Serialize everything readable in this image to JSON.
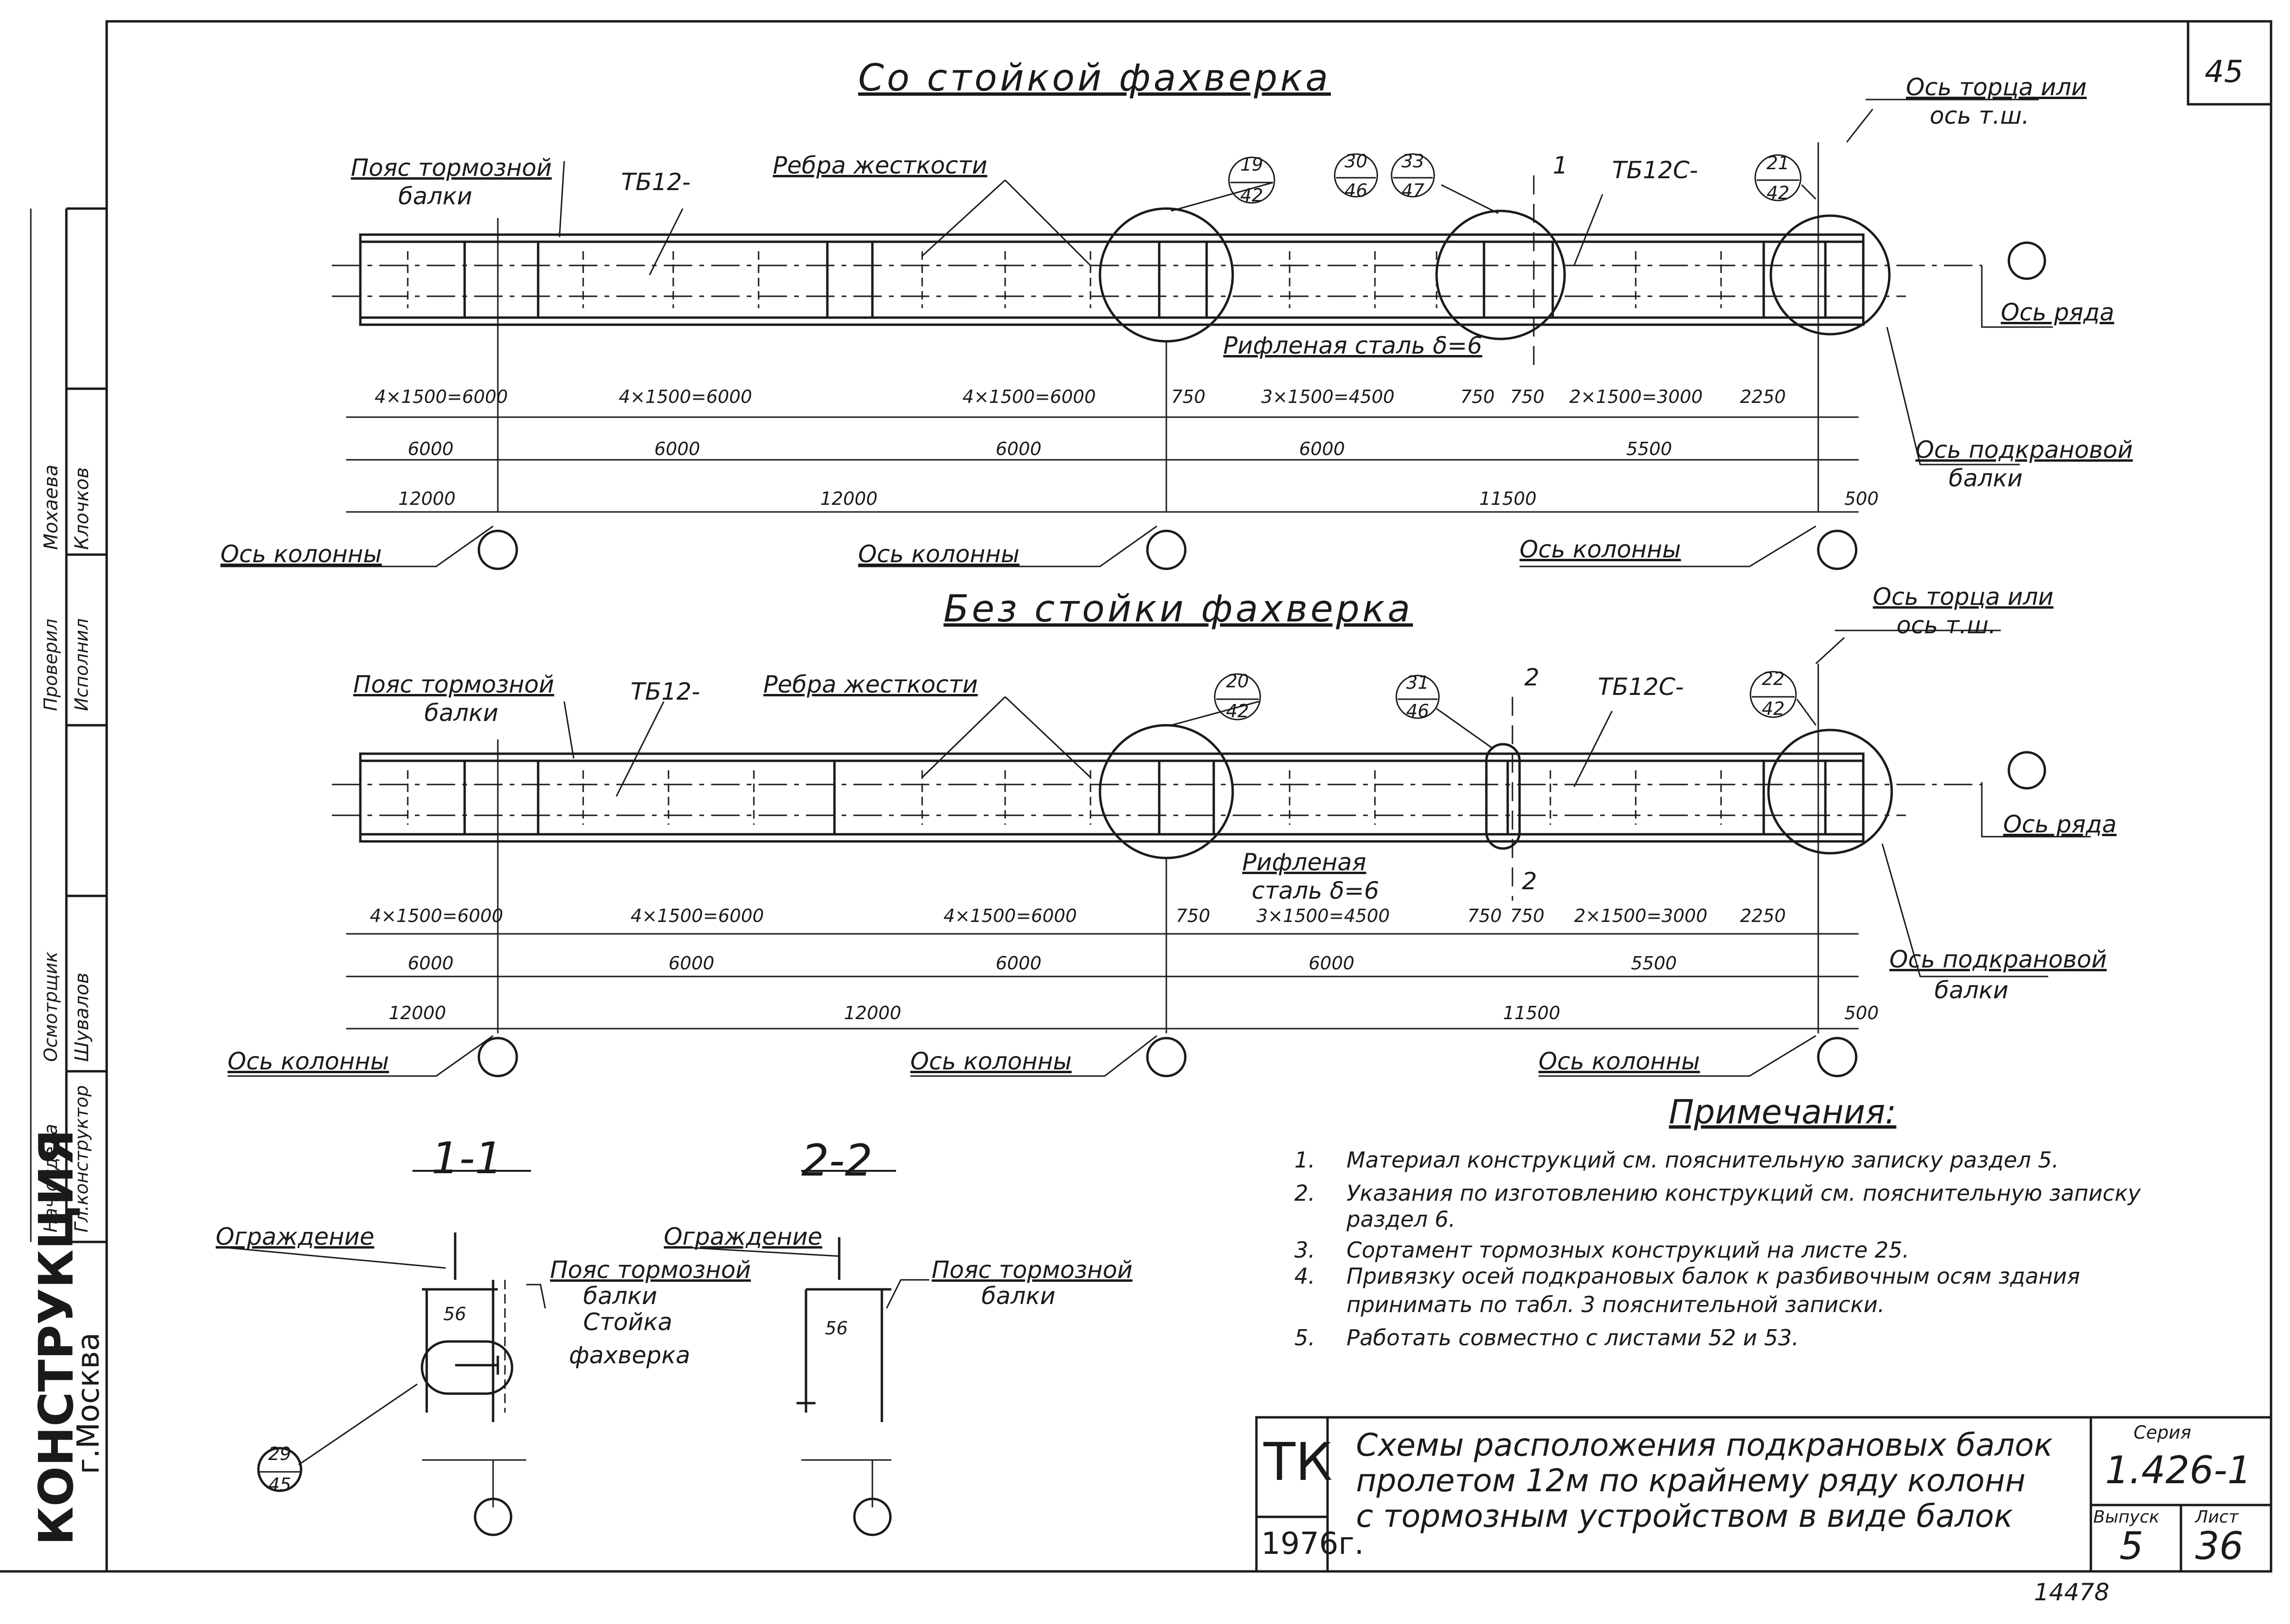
{
  "sheet_number": "45",
  "top_view": {
    "title": "Со стойкой фахверка",
    "label_belt": "Пояс тормозной",
    "label_belt_2": "балки",
    "label_ribs": "Ребра жесткости",
    "beam_left": "ТБ12-",
    "beam_right": "ТБ12С-",
    "section_mark": "1",
    "callout_a": {
      "top": "19",
      "bottom": "42"
    },
    "callout_b": {
      "top": "30",
      "bottom": "46"
    },
    "callout_c": {
      "top": "33",
      "bottom": "47"
    },
    "callout_d": {
      "top": "21",
      "bottom": "42"
    },
    "axis_end": "Ось торца или",
    "axis_end_2": "ось т.ш.",
    "axis_row": "Ось ряда",
    "axis_crane": "Ось подкрановой",
    "axis_crane_2": "балки",
    "corrugated": "Рифленая сталь δ=6",
    "dims_row1": [
      "4×1500=6000",
      "4×1500=6000",
      "4×1500=6000",
      "750",
      "3×1500=4500",
      "750",
      "750",
      "2×1500=3000",
      "2250"
    ],
    "dims_row2": [
      "6000",
      "6000",
      "6000",
      "6000",
      "5500"
    ],
    "dims_row3": [
      "12000",
      "12000",
      "11500",
      "500"
    ],
    "axis_column": "Ось колонны"
  },
  "bottom_view": {
    "title": "Без стойки фахверка",
    "label_belt": "Пояс тормозной",
    "label_belt_2": "балки",
    "label_ribs": "Ребра жесткости",
    "beam_left": "ТБ12-",
    "beam_right": "ТБ12С-",
    "section_mark": "2",
    "callout_a": {
      "top": "20",
      "bottom": "42"
    },
    "callout_b": {
      "top": "31",
      "bottom": "46"
    },
    "callout_d": {
      "top": "22",
      "bottom": "42"
    },
    "axis_end": "Ось торца или",
    "axis_end_2": "ось т.ш.",
    "axis_row": "Ось ряда",
    "axis_crane": "Ось подкрановой",
    "axis_crane_2": "балки",
    "corrugated": "Рифленая",
    "corrugated_2": "сталь δ=6",
    "dims_row1": [
      "4×1500=6000",
      "4×1500=6000",
      "4×1500=6000",
      "750",
      "3×1500=4500",
      "750",
      "750",
      "2×1500=3000",
      "2250"
    ],
    "dims_row2": [
      "6000",
      "6000",
      "6000",
      "6000",
      "5500"
    ],
    "dims_row3": [
      "12000",
      "12000",
      "11500",
      "500"
    ],
    "axis_column": "Ось колонны"
  },
  "section_1": {
    "title": "1-1",
    "fence": "Ограждение",
    "belt": "Пояс тормозной",
    "belt_2": "балки",
    "post": "Стойка",
    "post_2": "фахверка",
    "dim": "56",
    "callout": {
      "top": "29",
      "bottom": "45"
    }
  },
  "section_2": {
    "title": "2-2",
    "fence": "Ограждение",
    "belt": "Пояс тормозной",
    "belt_2": "балки",
    "dim": "56"
  },
  "notes": {
    "heading": "Примечания:",
    "items": [
      {
        "n": "1.",
        "text": "Материал конструкций см. пояснительную записку раздел 5."
      },
      {
        "n": "2.",
        "text": "Указания по изготовлению конструкций см. пояснительную записку"
      },
      {
        "n": "",
        "text": "раздел 6."
      },
      {
        "n": "3.",
        "text": "Сортамент тормозных конструкций на листе 25."
      },
      {
        "n": "4.",
        "text": "Привязку осей подкрановых балок к разбивочным осям здания"
      },
      {
        "n": "",
        "text": "принимать по табл. 3 пояснительной записки."
      },
      {
        "n": "5.",
        "text": "Работать совместно с листами 52 и 53."
      }
    ]
  },
  "title_block": {
    "org": "ТК",
    "year": "1976г.",
    "line1": "Схемы расположения подкрановых балок",
    "line2": "пролетом 12м по крайнему ряду колонн",
    "line3": "с тормозным устройством в виде балок",
    "series_label": "Серия",
    "series": "1.426-1",
    "issue_label": "Выпуск",
    "issue": "5",
    "sheet_label": "Лист",
    "sheet": "36"
  },
  "left_stamp": {
    "org": "КОНСТРУКЦИЯ",
    "city": "г.Москва",
    "roles": [
      "Нач.отдела",
      "Гл.конструктор",
      "Осмотрщик",
      "Проверил",
      "Исполнил"
    ],
    "names": [
      "Мохаева",
      "Клочков",
      "Шувалов"
    ]
  },
  "archive_number": "14478"
}
